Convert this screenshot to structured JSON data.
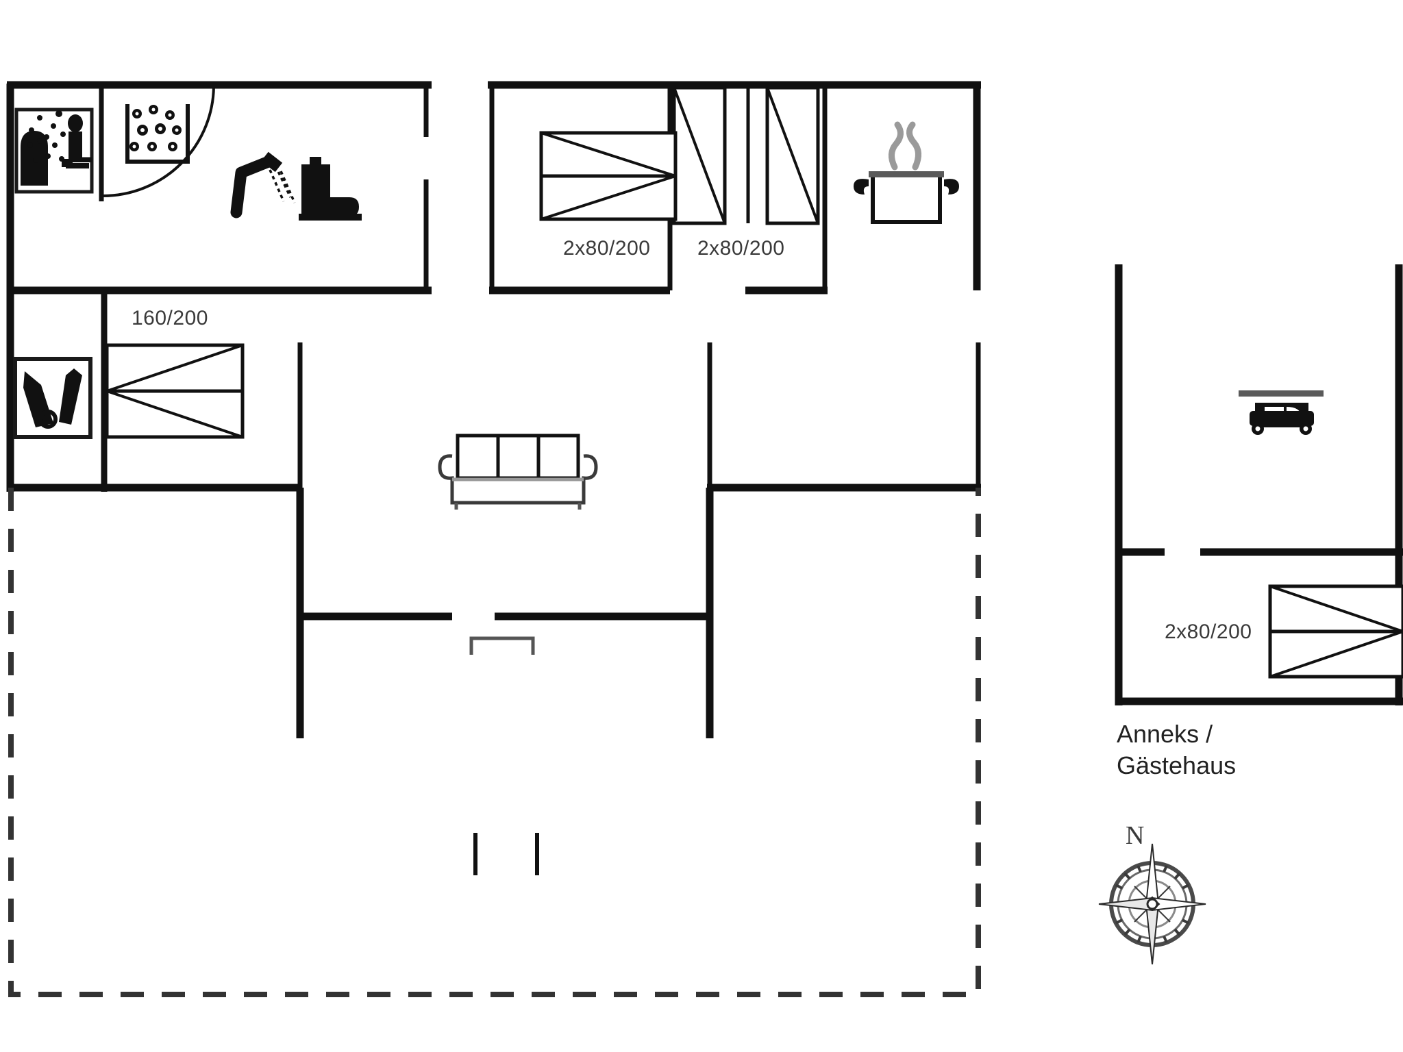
{
  "document": {
    "type": "floor-plan",
    "title": "Holiday house floor plan with annex"
  },
  "labels": {
    "bed_master": "160/200",
    "bed_room1": "2x80/200",
    "bed_room2": "2x80/200",
    "bed_annex": "2x80/200",
    "annex_name_line1": "Anneks /",
    "annex_name_line2": "Gästehaus",
    "compass_north": "N"
  },
  "icons": {
    "sauna": "sauna-icon",
    "whirlpool": "whirlpool-icon",
    "shower": "shower-icon",
    "toilet": "toilet-icon",
    "broom": "broom-icon",
    "sofa": "sofa-icon",
    "cooking_pot": "cooking-pot-icon",
    "car": "car-icon",
    "compass": "compass-rose-icon"
  },
  "rooms": [
    {
      "name": "sauna-room",
      "features": [
        "sauna-icon",
        "whirlpool-icon"
      ]
    },
    {
      "name": "bathroom",
      "features": [
        "shower-icon",
        "toilet-icon"
      ]
    },
    {
      "name": "utility-room",
      "features": [
        "broom-icon"
      ]
    },
    {
      "name": "master-bedroom",
      "features": [
        "bed-160-200"
      ]
    },
    {
      "name": "bedroom-1",
      "features": [
        "bed-2x80-200"
      ]
    },
    {
      "name": "bedroom-2",
      "features": [
        "bed-2x80-200"
      ]
    },
    {
      "name": "kitchen",
      "features": [
        "cooking-pot-icon"
      ]
    },
    {
      "name": "living-room",
      "features": [
        "sofa-icon"
      ]
    },
    {
      "name": "terrace",
      "features": [
        "dashed-boundary"
      ]
    },
    {
      "name": "annex-carport",
      "features": [
        "car-icon"
      ]
    },
    {
      "name": "annex-bedroom",
      "features": [
        "bed-2x80-200"
      ]
    }
  ],
  "colors": {
    "wall": "#111111",
    "thin_line": "#1a1a1a",
    "text": "#3a3a3a",
    "background": "#ffffff"
  }
}
